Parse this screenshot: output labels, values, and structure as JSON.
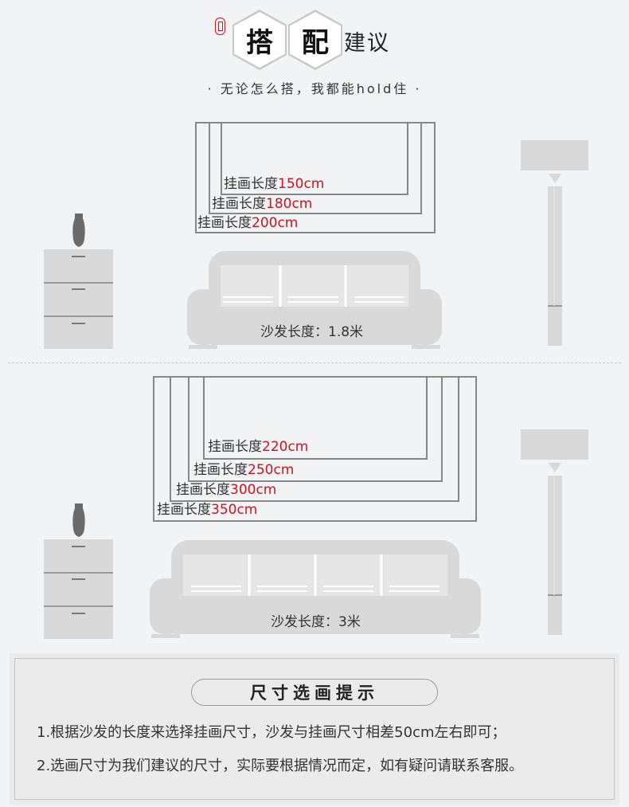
{
  "header": {
    "title_char_1": "搭",
    "title_char_2": "配",
    "title_rest": "建议",
    "subtitle": "· 无论怎么搭，我都能hold住 ·"
  },
  "section1": {
    "labels": [
      {
        "prefix": "挂画长度",
        "value": "150cm"
      },
      {
        "prefix": "挂画长度",
        "value": "180cm"
      },
      {
        "prefix": "挂画长度",
        "value": "200cm"
      }
    ],
    "sofa_label": "沙发长度：1.8米"
  },
  "section2": {
    "labels": [
      {
        "prefix": "挂画长度",
        "value": "220cm"
      },
      {
        "prefix": "挂画长度",
        "value": "250cm"
      },
      {
        "prefix": "挂画长度",
        "value": "300cm"
      },
      {
        "prefix": "挂画长度",
        "value": "350cm"
      }
    ],
    "sofa_label": "沙发长度：3米"
  },
  "tips": {
    "title": "尺寸选画提示",
    "items": [
      "1.根据沙发的长度来选择挂画尺寸，沙发与挂画尺寸相差50cm左右即可；",
      "2.选画尺寸为我们建议的尺寸，实际要根据情况而定，如有疑问请联系客服。"
    ]
  },
  "colors": {
    "accent_red": "#d0111b",
    "furniture_gray": "#d9d9d9",
    "frame_gray": "#888888",
    "background": "#f2f3f5"
  }
}
